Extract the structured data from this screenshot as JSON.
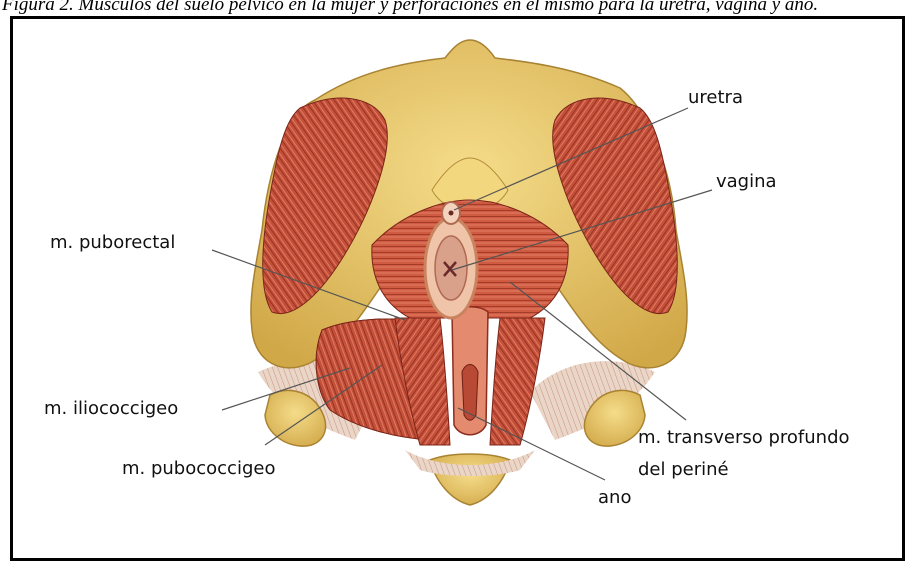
{
  "caption": "Figura 2. Músculos del suelo pélvico en la mujer y perforaciones en el mismo para la uretra, vagina y ano.",
  "labels": {
    "uretra": "uretra",
    "vagina": "vagina",
    "puborectal": "m. puborectal",
    "iliococcigeo": "m. iliococcigeo",
    "pubococcigeo": "m. pubococcigeo",
    "transverso_1": "m. transverso profundo",
    "transverso_2": "del periné",
    "ano": "ano"
  },
  "colors": {
    "bone": "#e8c76a",
    "bone_shadow": "#c9a23e",
    "muscle": "#c4503a",
    "muscle_dark": "#8e2c1e",
    "muscle_light": "#e6866a",
    "ligament": "#ead6c6",
    "frame": "#000000"
  }
}
